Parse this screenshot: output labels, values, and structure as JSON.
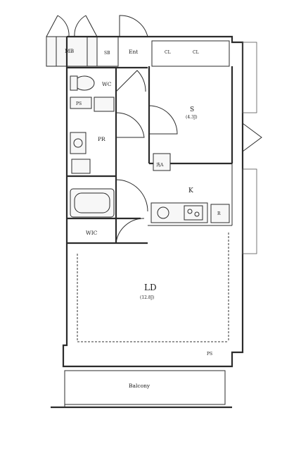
{
  "floorplan": {
    "rooms": [
      {
        "key": "mb",
        "label": "MB",
        "area": ""
      },
      {
        "key": "sb",
        "label": "SB",
        "area": ""
      },
      {
        "key": "ent",
        "label": "Ent",
        "area": ""
      },
      {
        "key": "cl1",
        "label": "CL",
        "area": ""
      },
      {
        "key": "cl2",
        "label": "CL",
        "area": ""
      },
      {
        "key": "s",
        "label": "S",
        "area": "(4.3J)"
      },
      {
        "key": "wc",
        "label": "WC",
        "area": ""
      },
      {
        "key": "ps",
        "label": "PS",
        "area": ""
      },
      {
        "key": "pr",
        "label": "PR",
        "area": ""
      },
      {
        "key": "wm",
        "label": "洗A",
        "area": ""
      },
      {
        "key": "k",
        "label": "K",
        "area": ""
      },
      {
        "key": "r",
        "label": "R",
        "area": ""
      },
      {
        "key": "wic",
        "label": "WIC",
        "area": ""
      },
      {
        "key": "ld",
        "label": "LD",
        "area": "(12.8J)"
      },
      {
        "key": "ps2",
        "label": "PS",
        "area": ""
      },
      {
        "key": "balcony",
        "label": "Balcony",
        "area": ""
      }
    ]
  }
}
